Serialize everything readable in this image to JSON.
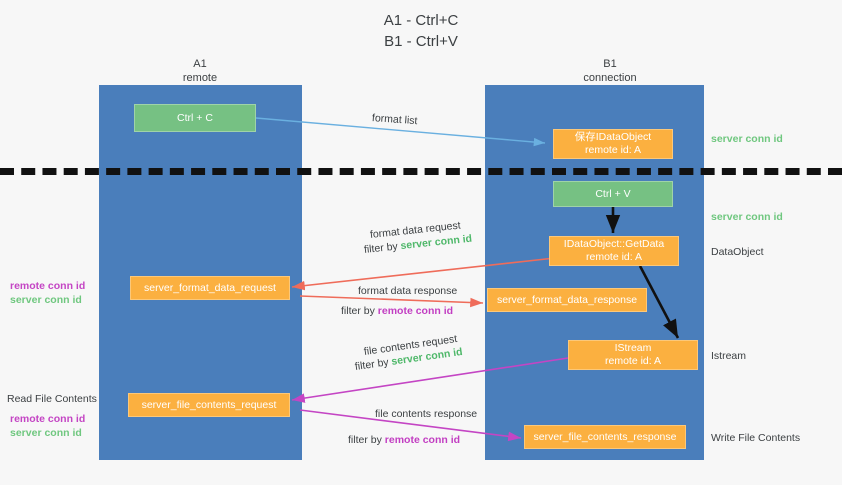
{
  "title": "A1 - Ctrl+C\nB1 - Ctrl+V",
  "lanes": [
    {
      "header": "A1\nremote"
    },
    {
      "header": "B1\nconnection"
    }
  ],
  "nodes": {
    "ctrl_c": {
      "line1": "Ctrl + C",
      "line2": ""
    },
    "idataobject": {
      "line1": "保存IDataObject",
      "line2": "remote id: A"
    },
    "ctrl_v": {
      "line1": "Ctrl + V",
      "line2": ""
    },
    "getdata": {
      "line1": "IDataObject::GetData",
      "line2": "remote id: A"
    },
    "istream": {
      "line1": "IStream",
      "line2": "remote id: A"
    },
    "fmt_req": {
      "line1": "server_format_data_request",
      "line2": ""
    },
    "fmt_resp": {
      "line1": "server_format_data_response",
      "line2": ""
    },
    "file_req": {
      "line1": "server_file_contents_request",
      "line2": ""
    },
    "file_resp": {
      "line1": "server_file_contents_response",
      "line2": ""
    }
  },
  "edge_labels": {
    "format_list": "format list",
    "fmt_data_request": "format data request",
    "fmt_data_request_filter_pre": "filter by ",
    "fmt_data_request_filter_key": "server conn id",
    "fmt_data_response": "format data response",
    "fmt_data_response_filter_pre": "filter by ",
    "fmt_data_response_filter_key": "remote conn id",
    "file_contents_request": "file contents request",
    "file_contents_request_filter_pre": "filter by ",
    "file_contents_request_filter_key": "server conn id",
    "file_contents_response": "file contents response",
    "file_contents_response_filter_pre": "filter by ",
    "file_contents_response_filter_key": "remote conn id"
  },
  "annotations": {
    "right_server_conn_id_top": "server conn id",
    "right_server_conn_id_mid": "server conn id",
    "right_dataobject": "DataObject",
    "right_istream": "Istream",
    "right_write_file_contents": "Write File Contents",
    "left_remote_conn_id_1": "remote conn id",
    "left_server_conn_id_1": "server conn id",
    "left_read_file_contents": "Read File Contents",
    "left_remote_conn_id_2": "remote conn id",
    "left_server_conn_id_2": "server conn id"
  },
  "colors": {
    "lane": "#4a7ebb",
    "green_node": "#76c183",
    "orange_node": "#fbb040",
    "server_conn_id": "#4fb86a",
    "remote_conn_id": "#c23ec2",
    "arrow_format_list": "#6ab0e0",
    "arrow_format_data": "#ef6c5a",
    "arrow_file_contents": "#c445c4",
    "arrow_internal": "#111111",
    "background": "#f7f7f7"
  }
}
